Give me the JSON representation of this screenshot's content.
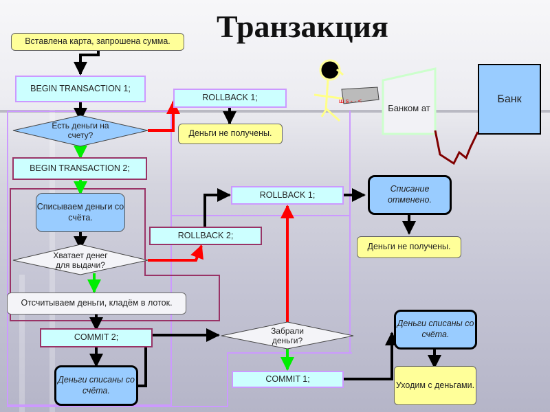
{
  "title": "Транзакция",
  "flowchart": {
    "start": "Вставлена карта, запрошена сумма.",
    "begin1": "BEGIN TRANSACTION 1;",
    "check_balance": "Есть деньги на счету?",
    "rollback1_top": "ROLLBACK 1;",
    "no_money_top": "Деньги не получены.",
    "begin2": "BEGIN TRANSACTION 2;",
    "debit": "Списываем деньги со счёта.",
    "check_cash": "Хватает денег для выдачи?",
    "rollback2": "ROLLBACK 2;",
    "rollback1_mid": "ROLLBACK 1;",
    "cancelled": "Списание отменено.",
    "no_money_mid": "Деньги не получены.",
    "dispense": "Отсчитываем деньги, кладём в лоток.",
    "commit2": "COMMIT 2;",
    "debited_left": "Деньги списаны со счёта.",
    "took_money": "Забрали деньги?",
    "commit1": "COMMIT 1;",
    "debited_right": "Деньги списаны со счёта.",
    "leave": "Уходим с деньгами."
  },
  "illustration": {
    "atm_label": "Банком ат",
    "bank_label": "Банк"
  },
  "colors": {
    "yes_arrow": "#00ff00",
    "no_arrow": "#ff0000",
    "flow_arrow": "#000000",
    "outer_frame": "#cc99ff",
    "inner_frame": "#993366",
    "cable": "#800000"
  }
}
